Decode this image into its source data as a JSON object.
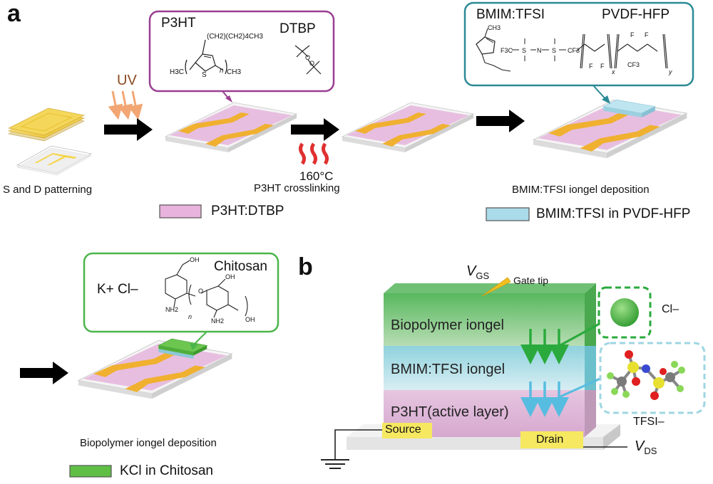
{
  "panel_a": {
    "letter": "a",
    "uv_label": "UV",
    "temp_label": "160°C",
    "captions": {
      "patterning": "S and D patterning",
      "crosslinking": "P3HT crosslinking",
      "bmim_deposition": "BMIM:TFSI  iongel deposition",
      "biopolymer_deposition": "Biopolymer iongel deposition"
    },
    "callout_p3ht": {
      "name1": "P3HT",
      "name2": "DTBP",
      "side_chain": "(CH2)(CH2)4CH3",
      "end_left": "H3C",
      "end_right": "CH3",
      "atom_s": "S",
      "repeat_n": "n",
      "peroxide_o": "O"
    },
    "callout_bmim": {
      "name1": "BMIM:TFSI",
      "name2": "PVDF-HFP",
      "cf3_a": "F3C",
      "cf3_b": "CF3",
      "so2": "S",
      "n_minus": "N",
      "methyl": "CH3",
      "f": "F",
      "x": "x",
      "y": "y"
    },
    "callout_chitosan": {
      "name": "Chitosan",
      "ions": "K+ Cl–",
      "oh": "OH",
      "nh2": "NH2",
      "o": "O",
      "n": "n"
    },
    "legend": {
      "p3ht_dtbp": "P3HT:DTBP",
      "bmim_pvdf": "BMIM:TFSI in PVDF-HFP",
      "kcl_chitosan": "KCl in Chitosan"
    }
  },
  "panel_b": {
    "letter": "b",
    "vgs": "V",
    "vgs_sub": "GS",
    "gate_tip": "Gate tip",
    "layers": {
      "biopolymer": "Biopolymer iongel",
      "bmim": "BMIM:TFSI  iongel",
      "p3ht": "P3HT(active layer)"
    },
    "source": "Source",
    "drain": "Drain",
    "vds": "V",
    "vds_sub": "DS",
    "cl_label": "Cl–",
    "tfsi_label": "TFSI–"
  },
  "colors": {
    "p3ht": "#e8b3dd",
    "bmim": "#aadbe9",
    "kcl": "#5fbf45",
    "electrode": "#f0b030",
    "callout_purple": "#9a3e92",
    "callout_teal": "#2b8a95",
    "callout_green": "#4bb54a",
    "arrow_green": "#2aaa3c",
    "arrow_blue": "#57bde0",
    "uv_arrow": "#f2a673",
    "heat": "#e03030"
  }
}
